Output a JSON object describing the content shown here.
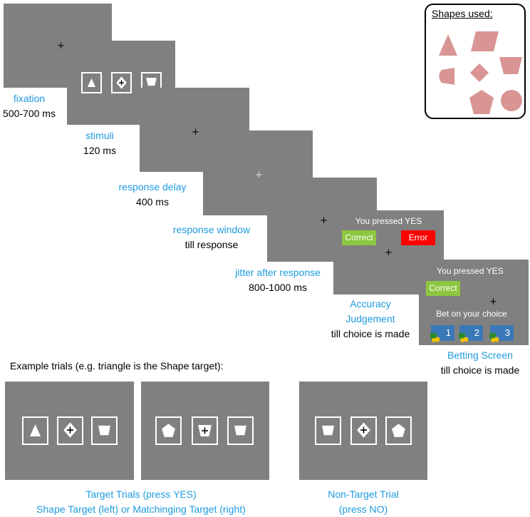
{
  "sequence": {
    "fixation": {
      "name": "fixation",
      "time": "500-700 ms"
    },
    "stimuli": {
      "name": "stimuli",
      "time": "120 ms"
    },
    "response_delay": {
      "name": "response delay",
      "time": "400 ms"
    },
    "response_window": {
      "name": "response window",
      "time": "till response"
    },
    "jitter": {
      "name": "jitter after response",
      "time": "800-1000 ms"
    },
    "accuracy": {
      "name_line1": "Accuracy",
      "name_line2": "Judgement",
      "time": "till choice is made",
      "pressed": "You pressed YES",
      "correct": "Correct",
      "error": "Error"
    },
    "betting": {
      "name": "Betting Screen",
      "time": "till choice is made",
      "pressed": "You pressed YES",
      "correct": "Correct",
      "bet_prompt": "Bet on your choice",
      "options": [
        "1",
        "2",
        "3"
      ]
    }
  },
  "fixation_symbol": "+",
  "shapes_box": {
    "title": "Shapes used:"
  },
  "examples": {
    "heading": "Example trials (e.g. triangle is the Shape target):",
    "target_caption_line1": "Target Trials (press YES)",
    "target_caption_line2": "Shape Target (left) or Matchinging Target (right)",
    "nontarget_caption_line1": "Non-Target Trial",
    "nontarget_caption_line2": "(press NO)"
  },
  "colors": {
    "screen_gray": "#808080",
    "label_blue": "#1e9be0",
    "correct_green": "#8dc63f",
    "error_red": "#ff0000",
    "shape_pink": "#d99494",
    "bet_blue": "#3a78b8"
  }
}
